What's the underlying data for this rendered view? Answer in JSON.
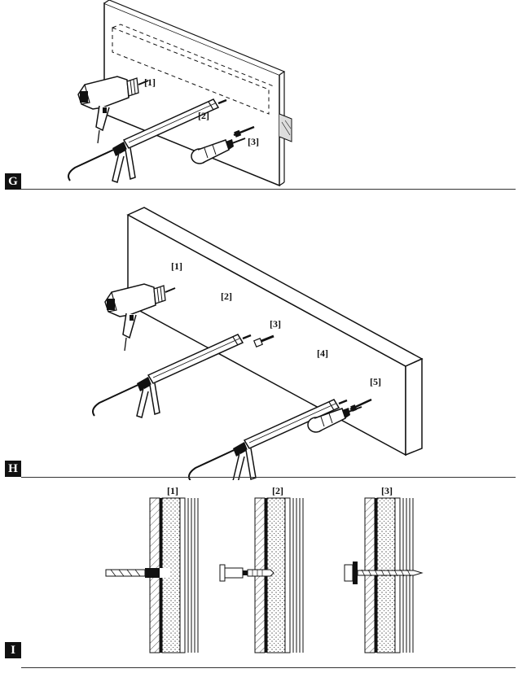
{
  "sections": [
    {
      "id": "G",
      "tag": "G",
      "callouts": [
        "[1]",
        "[2]",
        "[3]"
      ]
    },
    {
      "id": "H",
      "tag": "H",
      "callouts": [
        "[1]",
        "[2]",
        "[3]",
        "[4]",
        "[5]"
      ]
    },
    {
      "id": "I",
      "tag": "I",
      "steps": [
        "[1]",
        "[2]",
        "[3]"
      ]
    }
  ],
  "colors": {
    "line": "#111111",
    "background": "#ffffff"
  }
}
